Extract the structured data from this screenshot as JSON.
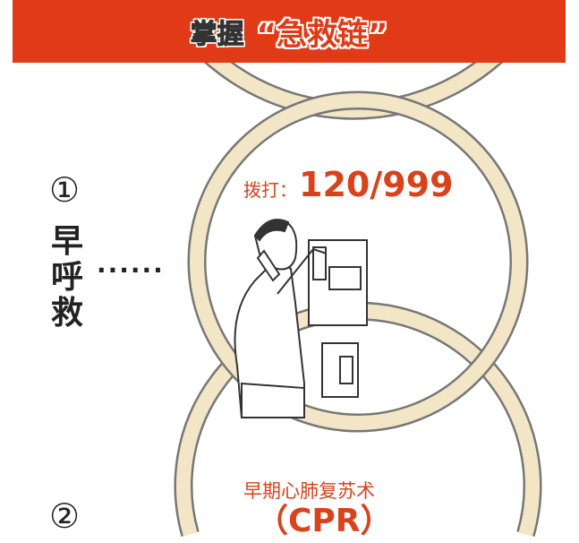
{
  "header": {
    "title_dark": "掌握",
    "title_red": "“急救链”"
  },
  "step1": {
    "number": "①",
    "label": "早呼救",
    "dots": "......",
    "dial_label": "拨打：",
    "dial_number": "120/999"
  },
  "step2": {
    "number": "②",
    "label_line1": "早期心肺复苏术",
    "label_line2": "（CPR）"
  },
  "colors": {
    "header": "#e13a16",
    "ring": "#f3e6c6",
    "accent": "#d9421b"
  }
}
